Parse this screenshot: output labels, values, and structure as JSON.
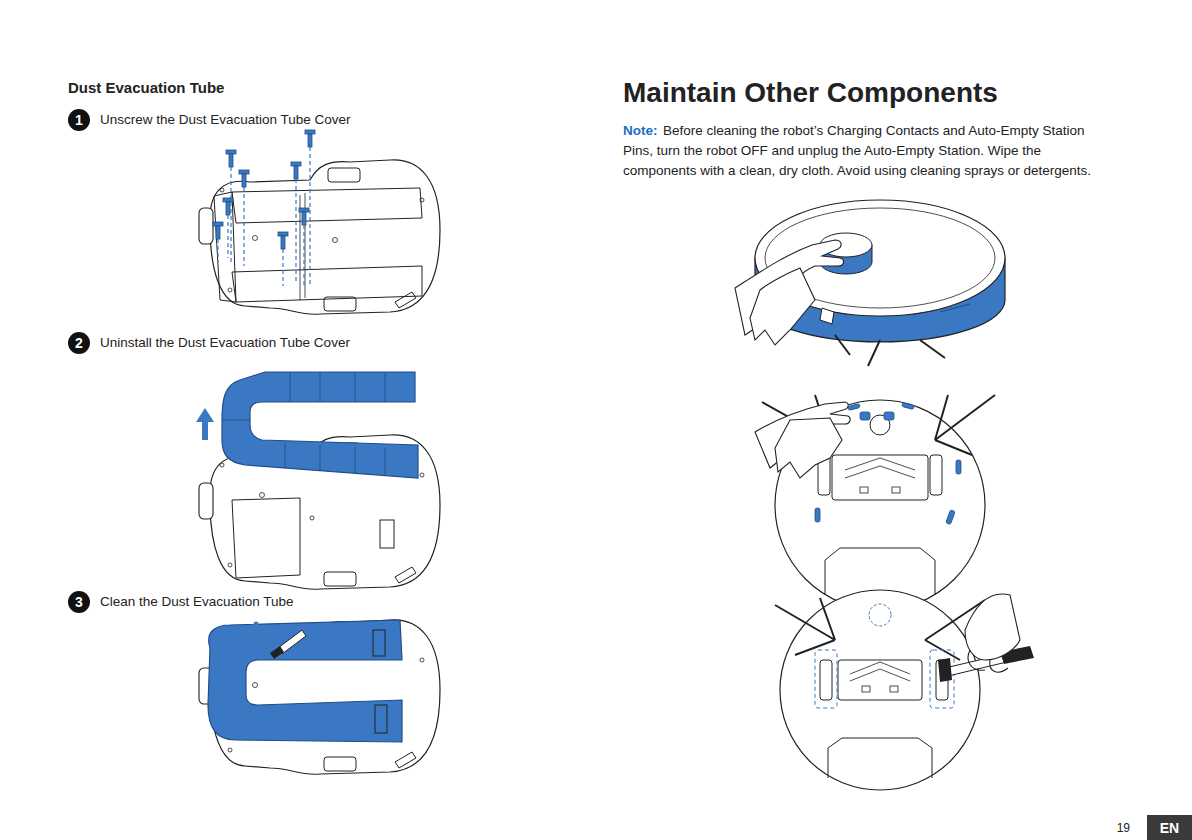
{
  "diagram": {
    "title": "Maintain Other Components",
    "nodes": [
      {
        "text": [
          "1"
        ]
      },
      {
        "text": [
          "2"
        ]
      },
      {
        "text": [
          "3"
        ]
      },
      {
        "text": [
          "EN"
        ]
      }
    ],
    "labels": [
      "Dust Evacuation Tube",
      "Unscrew the Dust Evacuation Tube Cover",
      "Uninstall the Dust Evacuation Tube Cover",
      "Clean the Dust Evacuation Tube",
      "Note:",
      "Before cleaning the robot’s Charging Contacts and Auto-Empty Station Pins, turn the robot OFF and unplug the Auto-Empty Station. Wipe the components with a clean, dry cloth. Avoid using cleaning sprays or detergents.",
      "19"
    ]
  }
}
